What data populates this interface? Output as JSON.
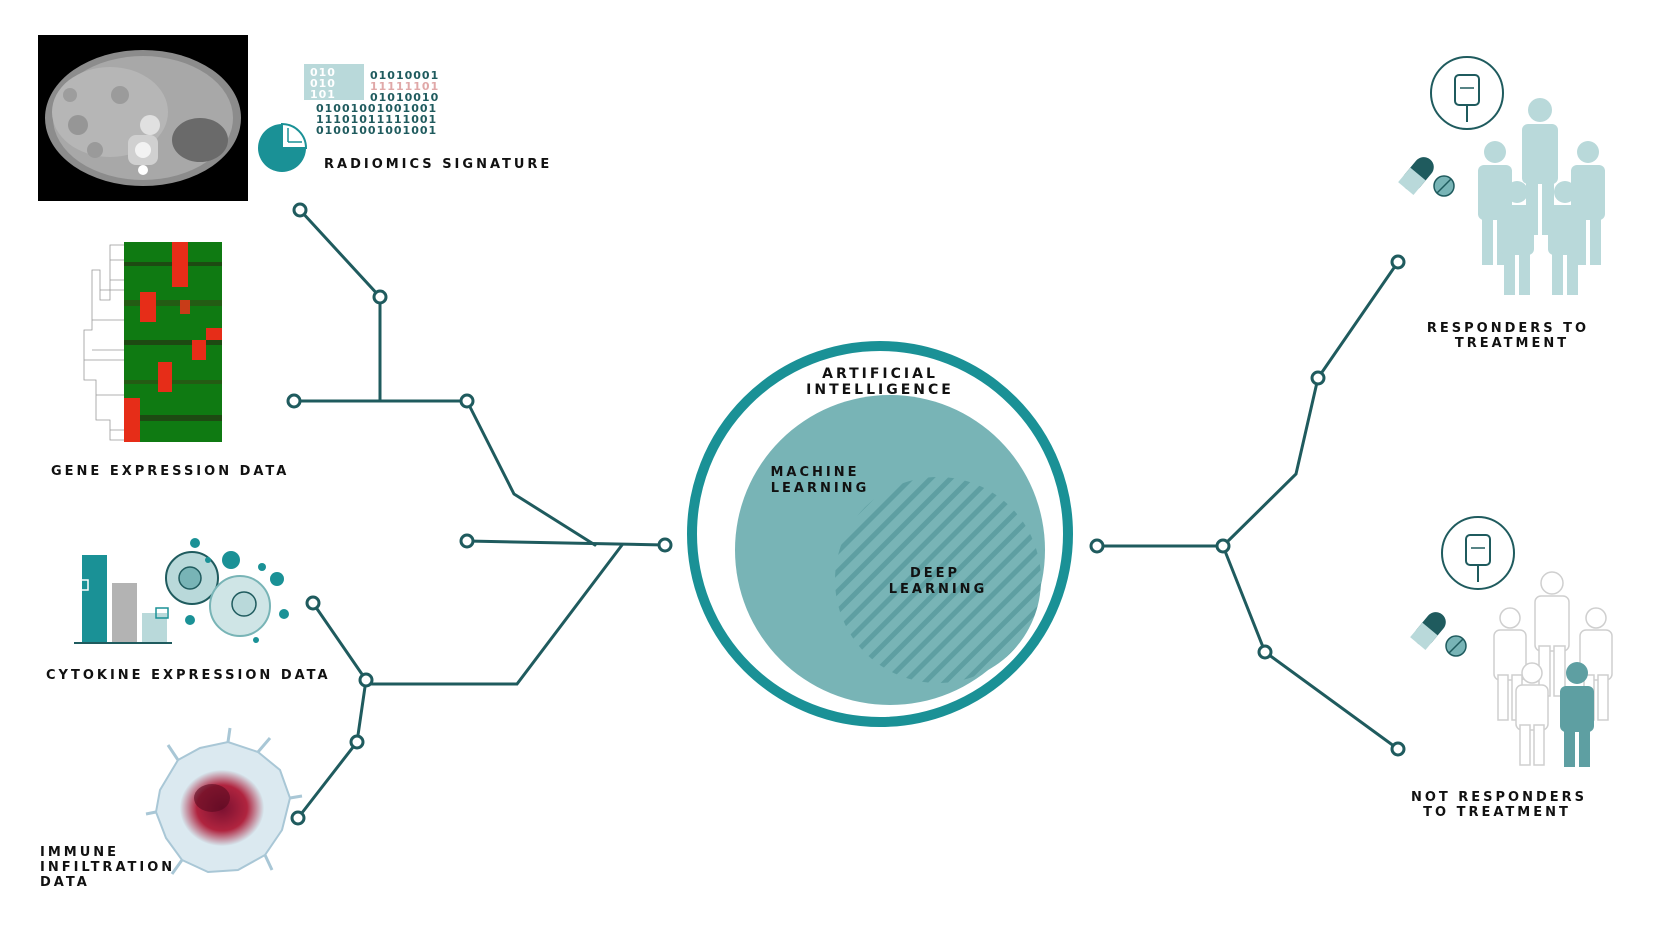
{
  "inputs": {
    "radiomics_label": "RADIOMICS SIGNATURE",
    "gene_expression_label": "GENE EXPRESSION DATA",
    "cytokine_label": "CYTOKINE EXPRESSION DATA",
    "immune_label_lines": [
      "IMMUNE",
      "INFILTRATION",
      "DATA"
    ]
  },
  "binary_code": {
    "highlighted_block": [
      "010",
      "010",
      "101"
    ],
    "rows": [
      "01010001",
      "11111101",
      "01010010",
      "01001001001001",
      "11101011111001",
      "01001001001001"
    ]
  },
  "center": {
    "ai_label_lines": [
      "ARTIFICIAL",
      "INTELLIGENCE"
    ],
    "ml_label_lines": [
      "MACHINE",
      "LEARNING"
    ],
    "dl_label_lines": [
      "DEEP",
      "LEARNING"
    ]
  },
  "outputs": {
    "responders_label_lines": [
      "RESPONDERS TO",
      "TREATMENT"
    ],
    "non_responders_label_lines": [
      "NOT RESPONDERS",
      "TO TREATMENT"
    ]
  },
  "colors": {
    "teal_dark": "#1f5b5e",
    "teal_ring": "#1a9196",
    "teal_fill": "#78b4b6",
    "teal_light": "#b9d9da",
    "heat_green": "#0f7a12",
    "heat_red": "#e62d18"
  },
  "icons": [
    "ct-scan-image",
    "binary-code-icon",
    "pie-chart-icon",
    "heatmap-icon",
    "bar-chart-icon",
    "cell-icon",
    "immune-cell-icon",
    "iv-bag-icon",
    "pill-icon",
    "people-group-icon"
  ]
}
